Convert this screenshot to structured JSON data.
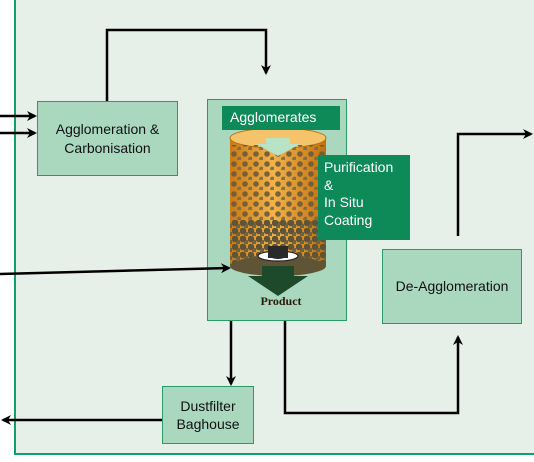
{
  "boxes": {
    "agglomeration": "Agglomeration &\nCarbonisation",
    "deagglomeration": "De-Agglomeration",
    "dustfilter": "Dustfilter\nBaghouse"
  },
  "reactor": {
    "top_label": "Agglomerates",
    "side_label": "Purification\n&\nIn Situ\nCoating",
    "output_label": "Product"
  },
  "colors": {
    "box_fill": "#a9d8bf",
    "banner_fill": "#0e8a58",
    "frame_line": "#12a06a",
    "cylinder": "#e39a2a"
  }
}
